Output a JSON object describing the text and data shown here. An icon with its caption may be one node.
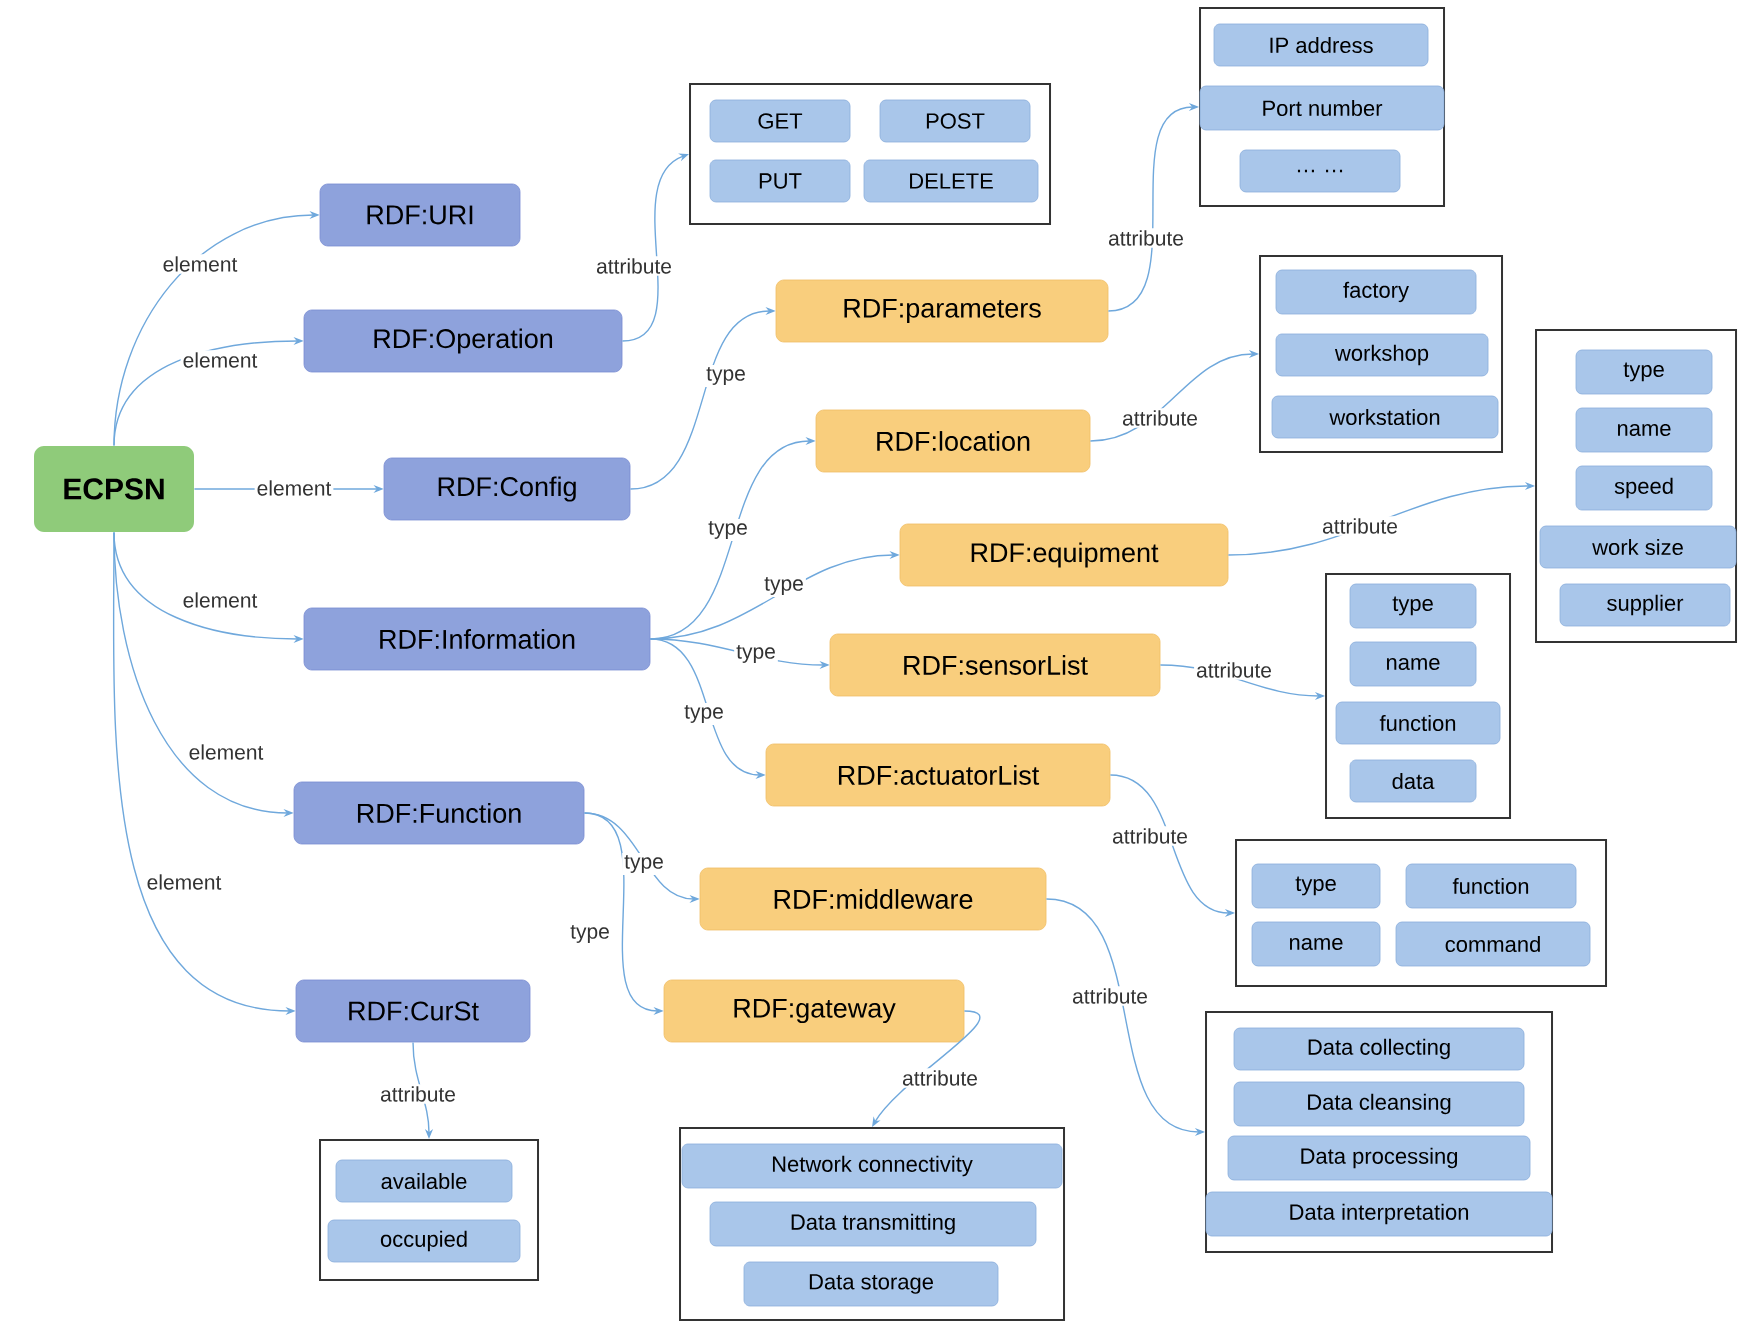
{
  "diagram": {
    "nodes": [
      {
        "text": [
          "ECPSN"
        ]
      },
      {
        "text": [
          "RDF:URI"
        ]
      },
      {
        "text": [
          "RDF:Operation"
        ]
      },
      {
        "text": [
          "RDF:Config"
        ]
      },
      {
        "text": [
          "RDF:Information"
        ]
      },
      {
        "text": [
          "RDF:Function"
        ]
      },
      {
        "text": [
          "RDF:CurSt"
        ]
      },
      {
        "text": [],
        "shape": "box"
      },
      {
        "text": [
          "GET"
        ],
        "in": 7
      },
      {
        "text": [
          "POST"
        ],
        "in": 7
      },
      {
        "text": [
          "PUT"
        ],
        "in": 7
      },
      {
        "text": [
          "DELETE"
        ],
        "in": 7
      },
      {
        "text": [
          "RDF:parameters"
        ]
      },
      {
        "text": [],
        "shape": "box"
      },
      {
        "text": [
          "IP address"
        ],
        "in": 13
      },
      {
        "text": [
          "Port number"
        ],
        "in": 13
      },
      {
        "text": [
          "… …"
        ],
        "in": 13
      },
      {
        "text": [
          "RDF:location"
        ]
      },
      {
        "text": [],
        "shape": "box"
      },
      {
        "text": [
          "factory"
        ],
        "in": 18
      },
      {
        "text": [
          "workshop"
        ],
        "in": 18
      },
      {
        "text": [
          "workstation"
        ],
        "in": 18
      },
      {
        "text": [
          "RDF:equipment"
        ]
      },
      {
        "text": [],
        "shape": "box"
      },
      {
        "text": [
          "type"
        ],
        "in": 23
      },
      {
        "text": [
          "name"
        ],
        "in": 23
      },
      {
        "text": [
          "speed"
        ],
        "in": 23
      },
      {
        "text": [
          "work size"
        ],
        "in": 23
      },
      {
        "text": [
          "supplier"
        ],
        "in": 23
      },
      {
        "text": [
          "RDF:sensorList"
        ]
      },
      {
        "text": [],
        "shape": "box"
      },
      {
        "text": [
          "type"
        ],
        "in": 30
      },
      {
        "text": [
          "name"
        ],
        "in": 30
      },
      {
        "text": [
          "function"
        ],
        "in": 30
      },
      {
        "text": [
          "data"
        ],
        "in": 30
      },
      {
        "text": [
          "RDF:actuatorList"
        ]
      },
      {
        "text": [],
        "shape": "box"
      },
      {
        "text": [
          "type"
        ],
        "in": 36
      },
      {
        "text": [
          "function"
        ],
        "in": 36
      },
      {
        "text": [
          "name"
        ],
        "in": 36
      },
      {
        "text": [
          "command"
        ],
        "in": 36
      },
      {
        "text": [
          "RDF:middleware"
        ]
      },
      {
        "text": [
          "RDF:gateway"
        ]
      },
      {
        "text": [],
        "shape": "box"
      },
      {
        "text": [
          "Network connectivity"
        ],
        "in": 43
      },
      {
        "text": [
          "Data transmitting"
        ],
        "in": 43
      },
      {
        "text": [
          "Data storage"
        ],
        "in": 43
      },
      {
        "text": [],
        "shape": "box"
      },
      {
        "text": [
          "Data collecting"
        ],
        "in": 47
      },
      {
        "text": [
          "Data cleansing"
        ],
        "in": 47
      },
      {
        "text": [
          "Data processing"
        ],
        "in": 47
      },
      {
        "text": [
          "Data interpretation"
        ],
        "in": 47
      },
      {
        "text": [],
        "shape": "box"
      },
      {
        "text": [
          "available"
        ],
        "in": 52
      },
      {
        "text": [
          "occupied"
        ],
        "in": 52
      }
    ],
    "edges": [
      {
        "from": 0,
        "to": 1,
        "arrow": "to",
        "label": "element"
      },
      {
        "from": 0,
        "to": 2,
        "arrow": "to",
        "label": "element"
      },
      {
        "from": 0,
        "to": 3,
        "arrow": "to",
        "label": "element"
      },
      {
        "from": 0,
        "to": 4,
        "arrow": "to",
        "label": "element"
      },
      {
        "from": 0,
        "to": 5,
        "arrow": "to",
        "label": "element"
      },
      {
        "from": 0,
        "to": 6,
        "arrow": "to",
        "label": "element"
      },
      {
        "from": 2,
        "to": 7,
        "arrow": "to",
        "label": "attribute"
      },
      {
        "from": 3,
        "to": 12,
        "arrow": "to",
        "label": "type"
      },
      {
        "from": 12,
        "to": 13,
        "arrow": "to",
        "label": "attribute"
      },
      {
        "from": 4,
        "to": 17,
        "arrow": "to",
        "label": "type"
      },
      {
        "from": 17,
        "to": 18,
        "arrow": "to",
        "label": "attribute"
      },
      {
        "from": 4,
        "to": 22,
        "arrow": "to",
        "label": "type"
      },
      {
        "from": 22,
        "to": 23,
        "arrow": "to",
        "label": "attribute"
      },
      {
        "from": 4,
        "to": 29,
        "arrow": "to",
        "label": "type"
      },
      {
        "from": 29,
        "to": 30,
        "arrow": "to",
        "label": "attribute"
      },
      {
        "from": 4,
        "to": 35,
        "arrow": "to",
        "label": "type"
      },
      {
        "from": 35,
        "to": 36,
        "arrow": "to",
        "label": "attribute"
      },
      {
        "from": 5,
        "to": 41,
        "arrow": "to",
        "label": "type"
      },
      {
        "from": 5,
        "to": 42,
        "arrow": "to",
        "label": "type"
      },
      {
        "from": 41,
        "to": 47,
        "arrow": "to",
        "label": "attribute"
      },
      {
        "from": 42,
        "to": 43,
        "arrow": "to",
        "label": "attribute"
      },
      {
        "from": 6,
        "to": 52,
        "arrow": "to",
        "label": "attribute"
      }
    ]
  }
}
